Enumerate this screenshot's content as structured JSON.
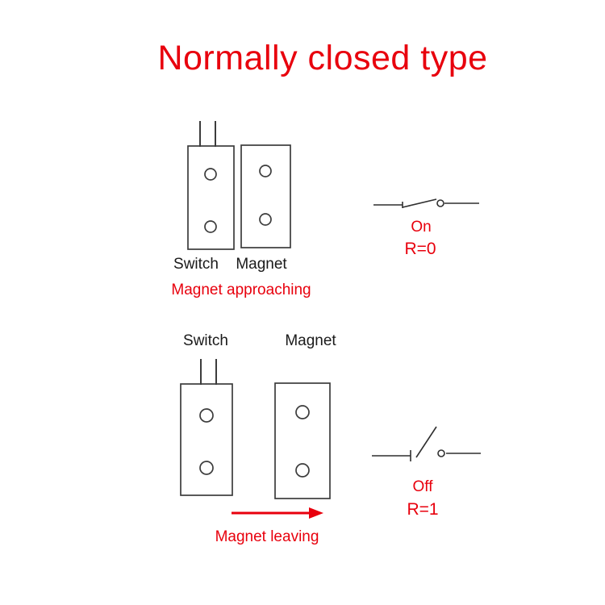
{
  "title": "Normally closed type",
  "colors": {
    "red": "#e8000d",
    "line": "#3c3c3c",
    "background": "#ffffff"
  },
  "approaching": {
    "switch_label": "Switch",
    "magnet_label": "Magnet",
    "caption": "Magnet approaching",
    "state_label": "On",
    "resistance_label": "R=0"
  },
  "leaving": {
    "switch_label": "Switch",
    "magnet_label": "Magnet",
    "caption": "Magnet leaving",
    "state_label": "Off",
    "resistance_label": "R=1"
  }
}
